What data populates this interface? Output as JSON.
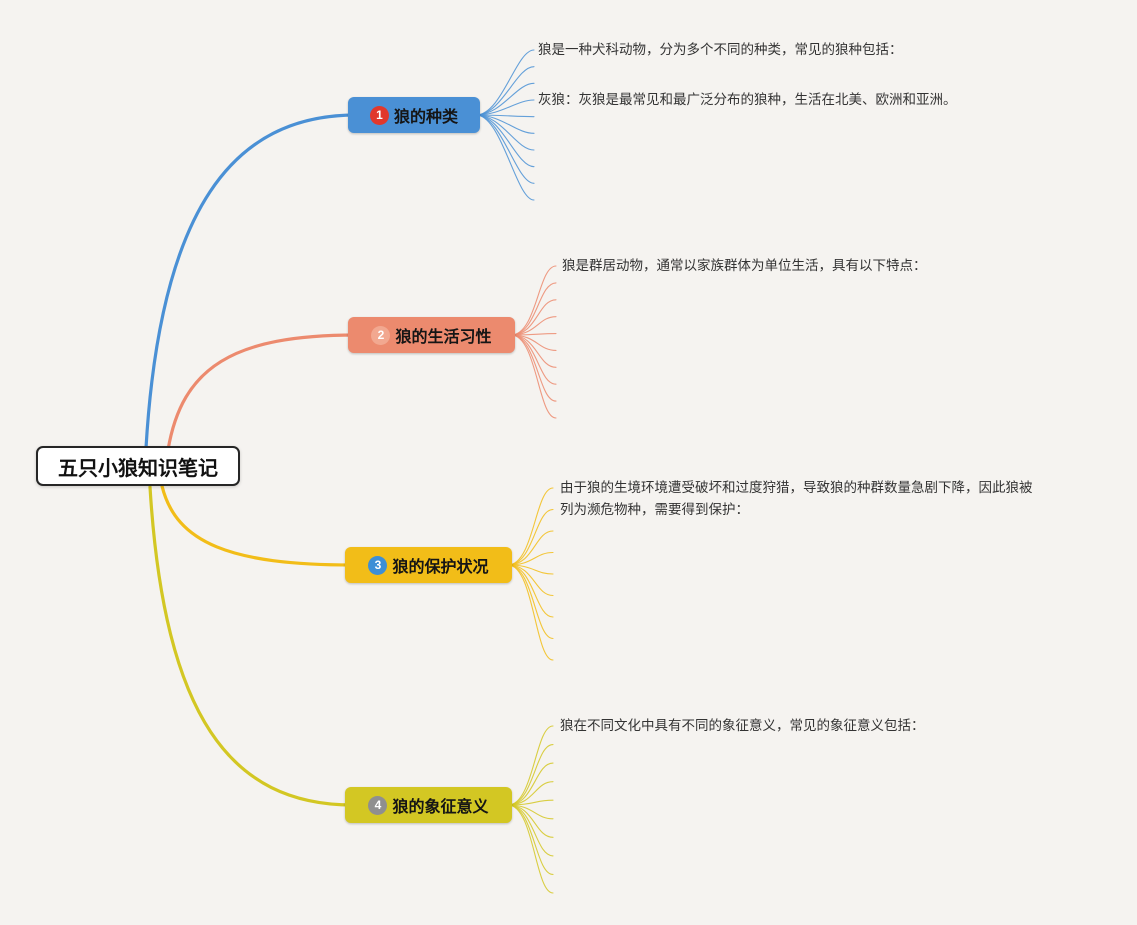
{
  "background": "#f5f3f0",
  "root": {
    "label": "五只小狼知识笔记"
  },
  "branches": [
    {
      "label": "狼的种类",
      "badge": "1",
      "badge_color": "#e1382c",
      "color": "#4a90d5",
      "children": [
        "狼是一种犬科动物，分为多个不同的种类，常见的狼种包括：",
        "",
        "",
        "灰狼：灰狼是最常见和最广泛分布的狼种，生活在北美、欧洲和亚洲。",
        "",
        "",
        "",
        "",
        "",
        ""
      ]
    },
    {
      "label": "狼的生活习性",
      "badge": "2",
      "badge_color": "#f2a890",
      "color": "#ec8a6e",
      "children": [
        "狼是群居动物，通常以家族群体为单位生活，具有以下特点：",
        "",
        "",
        "",
        "",
        "",
        "",
        "",
        "",
        ""
      ]
    },
    {
      "label": "狼的保护状况",
      "badge": "3",
      "badge_color": "#3d8fd6",
      "color": "#f2bd18",
      "children": [
        "由于狼的生境环境遭受破坏和过度狩猎，导致狼的种群数量急剧下降，因此狼被列为濒危物种，需要得到保护：",
        "",
        "",
        "",
        "",
        "",
        "",
        "",
        ""
      ]
    },
    {
      "label": "狼的象征意义",
      "badge": "4",
      "badge_color": "#8f8f8f",
      "color": "#d3c723",
      "children": [
        "狼在不同文化中具有不同的象征意义，常见的象征意义包括：",
        "",
        "",
        "",
        "",
        "",
        "",
        "",
        "",
        ""
      ]
    }
  ]
}
